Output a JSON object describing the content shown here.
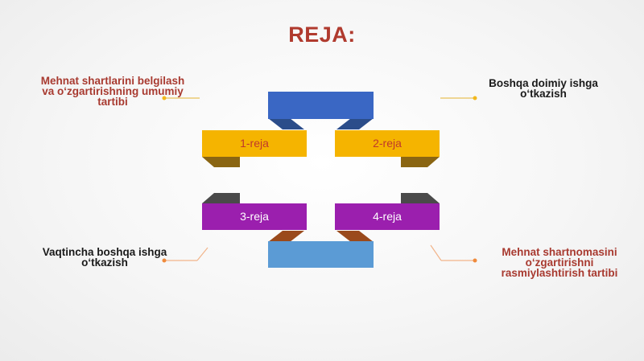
{
  "title": "REJA:",
  "plans": [
    {
      "label": "1-reja",
      "description": "Mehnat shartlarini belgilash va o‘zgartirishning umumiy tartibi"
    },
    {
      "label": "2-reja",
      "description": "Boshqa doimiy ishga o‘tkazish"
    },
    {
      "label": "3-reja",
      "description": "Vaqtincha boshqa ishga o‘tkazish"
    },
    {
      "label": "4-reja",
      "description": "Mehnat shartnomasini o‘zgartirishni rasmiylashtirish tartibi"
    }
  ],
  "colors": {
    "title": "#b03a2e",
    "plan1": "#f5b400",
    "plan2": "#f5b400",
    "plan3": "#9b1fae",
    "plan4": "#9b1fae",
    "top_bar": "#3a67c4",
    "bottom_bar": "#5b9bd5",
    "plan_text_yellow": "#c0392b",
    "plan_text_purple": "#ffffff"
  }
}
